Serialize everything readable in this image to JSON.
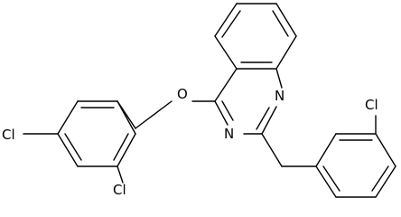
{
  "molecule": {
    "atoms": [
      {
        "id": "O_ether",
        "label": "O"
      },
      {
        "id": "N3",
        "label": "N"
      },
      {
        "id": "N1",
        "label": "N"
      },
      {
        "id": "Cl_meta",
        "label": "Cl"
      },
      {
        "id": "Cl_para",
        "label": "Cl"
      },
      {
        "id": "Cl_ortho",
        "label": "Cl"
      }
    ]
  }
}
